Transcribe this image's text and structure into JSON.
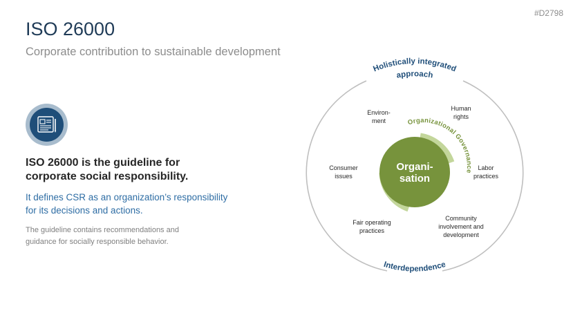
{
  "slide": {
    "id": "#D2798",
    "title": "ISO 26000",
    "subtitle": "Corporate contribution to sustainable development"
  },
  "content": {
    "icon": "document-icon",
    "headline_line1": "ISO 26000 is the guideline for",
    "headline_line2": "corporate social responsibility.",
    "lead_line1": "It defines CSR as an organization’s responsibility",
    "lead_line2": "for its decisions and actions.",
    "body_line1": "The guideline contains recommendations and",
    "body_line2": "guidance for socially responsible behavior."
  },
  "diagram": {
    "outer_top_label": "Holistically integrated approach",
    "outer_top_line1": "Holistically integrated",
    "outer_top_line2": "approach",
    "outer_bottom_label": "Interdependence",
    "governance_label": "Organizational Governance",
    "center_line1": "Organi-",
    "center_line2": "sation",
    "core_subjects": {
      "environment": [
        "Environ-",
        "ment"
      ],
      "human_rights": [
        "Human",
        "rights"
      ],
      "labor": [
        "Labor",
        "practices"
      ],
      "community": [
        "Community",
        "involvement and",
        "development"
      ],
      "fair": [
        "Fair operating",
        "practices"
      ],
      "consumer": [
        "Consumer",
        "issues"
      ]
    },
    "colors": {
      "center": "#77933c",
      "ring": "#c3d69b",
      "governance_text": "#77933c",
      "outer_labels": "#1f4e79",
      "outer_circle": "#bfbfbf"
    }
  }
}
